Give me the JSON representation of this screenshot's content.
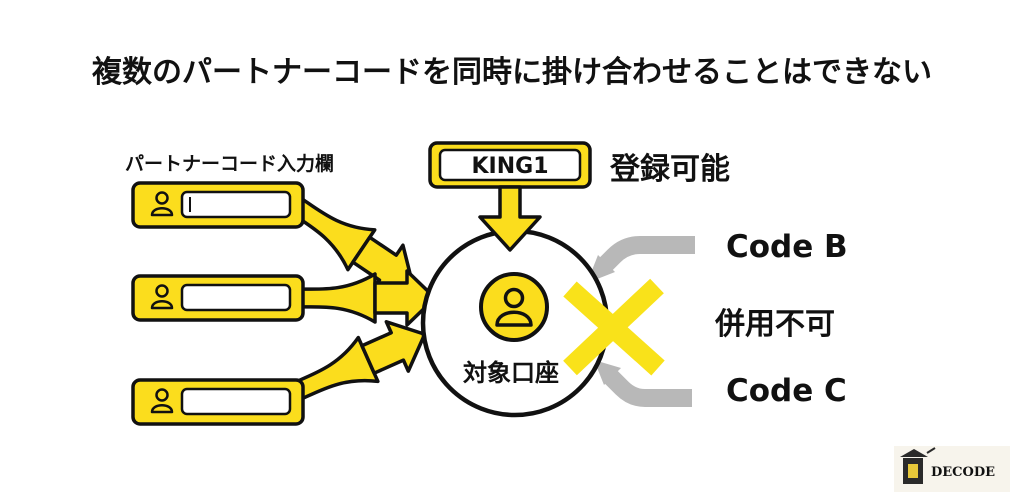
{
  "title": "複数のパートナーコードを同時に掛け合わせることはできない",
  "input_field_label": "パートナーコード入力欄",
  "registered_code": "KING1",
  "registered_status": "登録可能",
  "target_account": "対象口座",
  "blocked_codes": [
    "Code B",
    "Code C"
  ],
  "blocked_status": "併用不可",
  "brand": "DECODE",
  "colors": {
    "accent": "#FBDD1D",
    "outline": "#111111",
    "blocked_arrow": "#B8B8B8",
    "cross": "#F9E21A"
  },
  "icons": [
    "user-icon",
    "funnel-arrow-icon",
    "down-arrow-icon",
    "cross-icon",
    "brand-logo-icon"
  ]
}
